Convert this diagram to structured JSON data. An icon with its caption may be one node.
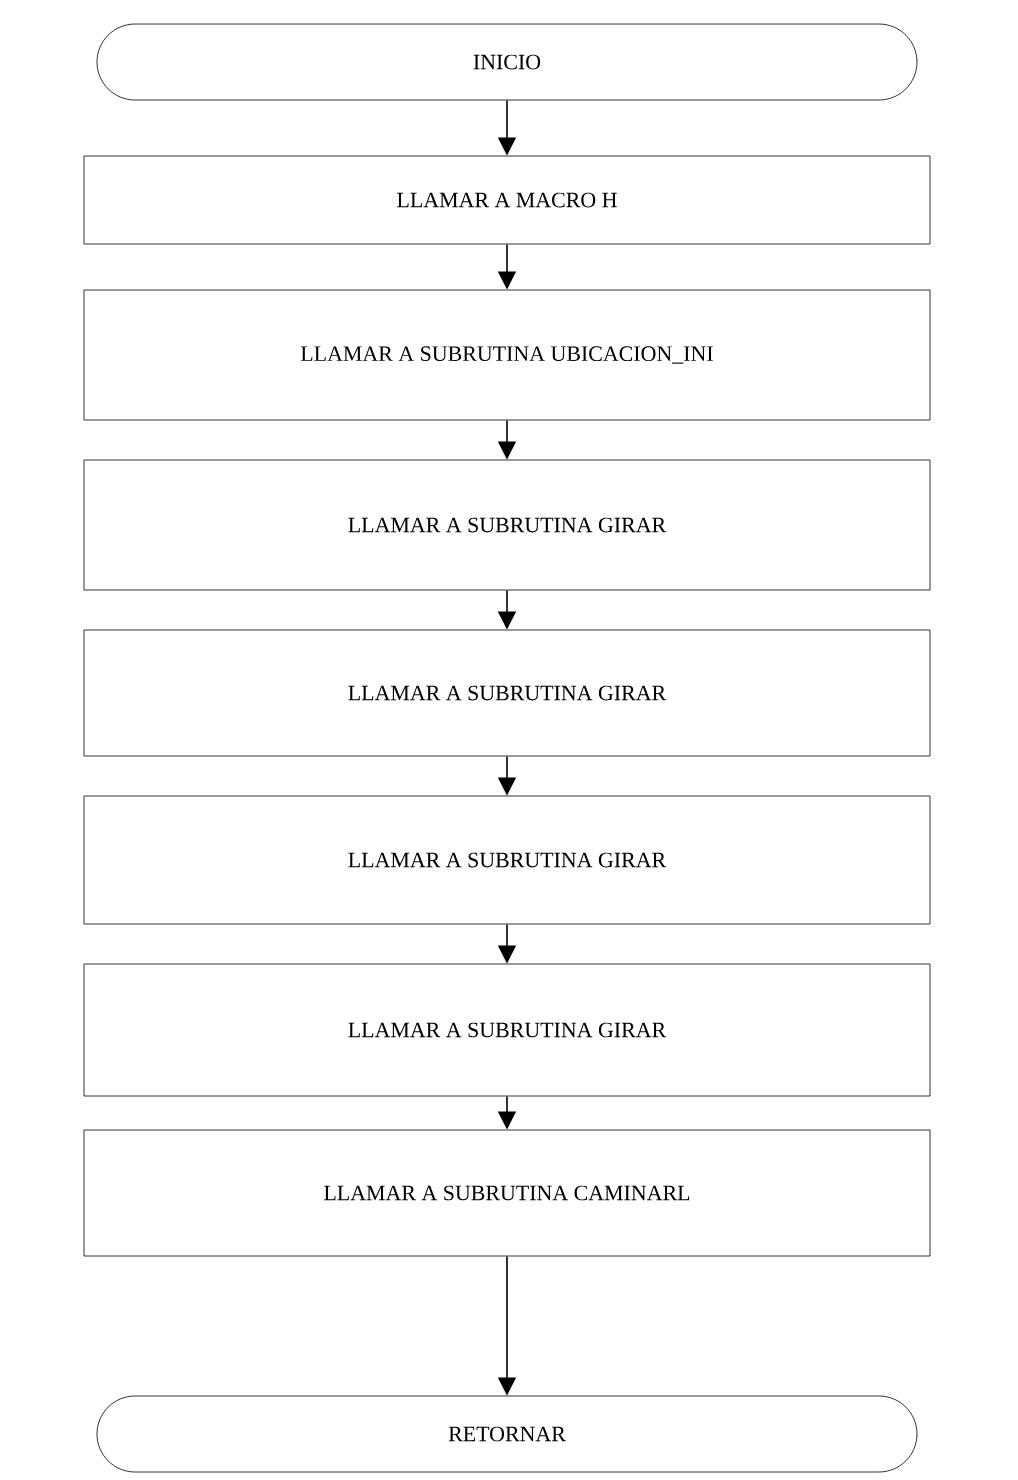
{
  "diagram": {
    "nodes": [
      {
        "text": [
          "INICIO"
        ]
      },
      {
        "text": [
          "LLAMAR A MACRO H"
        ]
      },
      {
        "text": [
          "LLAMAR A SUBRUTINA UBICACION_INI"
        ]
      },
      {
        "text": [
          "LLAMAR A SUBRUTINA GIRAR"
        ]
      },
      {
        "text": [
          "LLAMAR A SUBRUTINA GIRAR"
        ]
      },
      {
        "text": [
          "LLAMAR A SUBRUTINA GIRAR"
        ]
      },
      {
        "text": [
          "LLAMAR A SUBRUTINA GIRAR"
        ]
      },
      {
        "text": [
          "LLAMAR A SUBRUTINA CAMINARL"
        ]
      },
      {
        "text": [
          "RETORNAR"
        ]
      }
    ],
    "edges": [
      {
        "from": 0,
        "to": 1,
        "arrow": "to"
      },
      {
        "from": 1,
        "to": 2,
        "arrow": "to"
      },
      {
        "from": 2,
        "to": 3,
        "arrow": "to"
      },
      {
        "from": 3,
        "to": 4,
        "arrow": "to"
      },
      {
        "from": 4,
        "to": 5,
        "arrow": "to"
      },
      {
        "from": 5,
        "to": 6,
        "arrow": "to"
      },
      {
        "from": 6,
        "to": 7,
        "arrow": "to"
      },
      {
        "from": 7,
        "to": 8,
        "arrow": "to"
      }
    ]
  }
}
